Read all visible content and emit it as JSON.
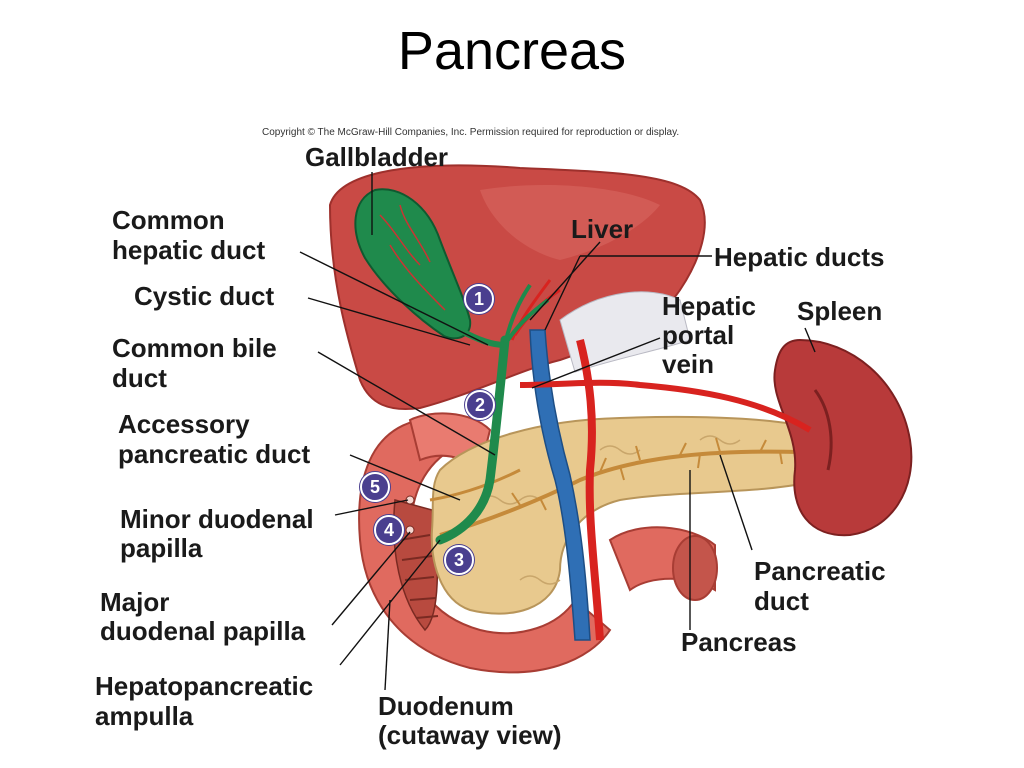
{
  "title": "Pancreas",
  "copyright": "Copyright © The McGraw-Hill Companies, Inc. Permission required for reproduction or display.",
  "labels": {
    "gallbladder": "Gallbladder",
    "common_hepatic_duct_1": "Common",
    "common_hepatic_duct_2": "hepatic duct",
    "cystic_duct": "Cystic duct",
    "common_bile_duct_1": "Common bile",
    "common_bile_duct_2": "duct",
    "accessory_duct_1": "Accessory",
    "accessory_duct_2": "pancreatic duct",
    "minor_papilla_1": "Minor duodenal",
    "minor_papilla_2": "papilla",
    "major_papilla_1": "Major",
    "major_papilla_2": "duodenal papilla",
    "ampulla_1": "Hepatopancreatic",
    "ampulla_2": "ampulla",
    "duodenum_1": "Duodenum",
    "duodenum_2": "(cutaway view)",
    "liver": "Liver",
    "hepatic_ducts": "Hepatic ducts",
    "portal_vein_1": "Hepatic",
    "portal_vein_2": "portal",
    "portal_vein_3": "vein",
    "spleen": "Spleen",
    "pancreatic_duct_1": "Pancreatic",
    "pancreatic_duct_2": "duct",
    "pancreas": "Pancreas"
  },
  "badges": [
    "1",
    "2",
    "3",
    "4",
    "5"
  ],
  "colors": {
    "liver": "#c94a45",
    "gallbladder": "#1f8a4c",
    "pancreas": "#e8c98e",
    "duodenum": "#e06a5f",
    "spleen": "#b83a3a",
    "vein": "#2f6fb5",
    "artery": "#d8231f",
    "badge": "#4a3f8f"
  }
}
